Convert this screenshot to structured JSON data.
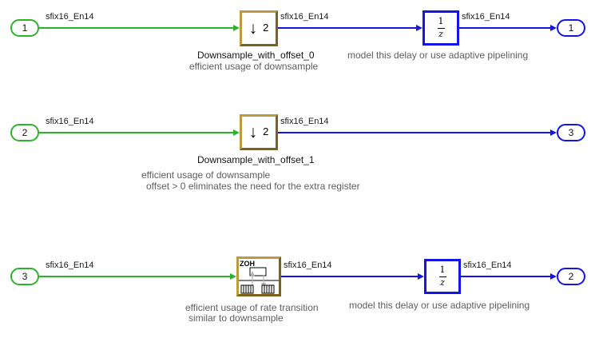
{
  "colors": {
    "wire_green": "#2eb22e",
    "wire_blue": "#1414e6",
    "downsample_border": "#9c7c24",
    "annotation_gray": "#5e5e5e",
    "block_name_color": "#141414"
  },
  "icons": {
    "downsample_arrow": "↓"
  },
  "row1": {
    "inport": "1",
    "signal_in": "sfix16_En14",
    "downsample": {
      "factor": "2",
      "name": "Downsample_with_offset_0",
      "annotation": "efficient usage of downsample"
    },
    "signal_mid": "sfix16_En14",
    "delay": {
      "numerator": "1",
      "denominator": "z",
      "annotation": "model this delay or use adaptive pipelining"
    },
    "signal_out": "sfix16_En14",
    "outport": "1"
  },
  "row2": {
    "inport": "2",
    "signal_in": "sfix16_En14",
    "downsample": {
      "factor": "2",
      "name": "Downsample_with_offset_1"
    },
    "annotation_line1": "efficient usage of downsample",
    "annotation_line2": "offset > 0 eliminates the need for the extra register",
    "signal_out": "sfix16_En14",
    "outport": "3"
  },
  "row3": {
    "inport": "3",
    "signal_in": "sfix16_En14",
    "rate_transition": {
      "mode": "ZOH",
      "annotation_line1": "efficient usage of rate transition",
      "annotation_line2": "similar to downsample"
    },
    "signal_mid": "sfix16_En14",
    "delay": {
      "numerator": "1",
      "denominator": "z",
      "annotation": "model this delay or use adaptive pipelining"
    },
    "signal_out": "sfix16_En14",
    "outport": "2"
  }
}
